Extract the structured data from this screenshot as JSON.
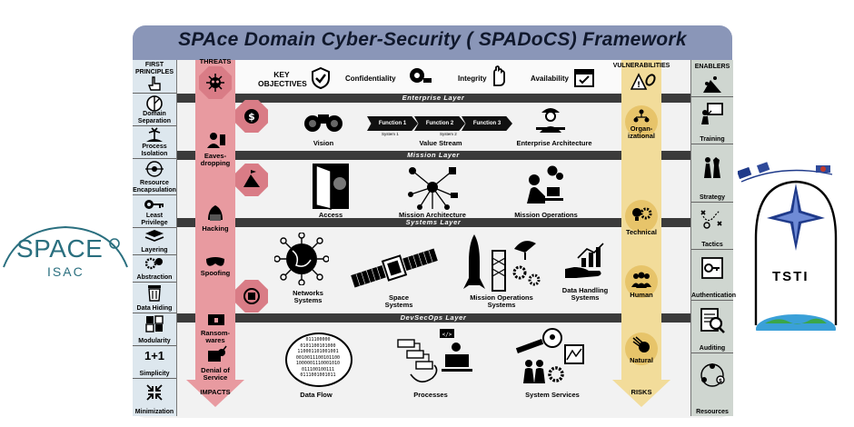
{
  "title": "SPAce Domain Cyber-Security ( SPADoCS) Framework",
  "key_objectives": {
    "label": "KEY OBJECTIVES",
    "items": [
      "Confidentiality",
      "Integrity",
      "Availability"
    ]
  },
  "threats_label": "THREATS",
  "impacts_label": "IMPACTS",
  "vulnerabilities_label": "VULNERABILITIES",
  "risks_label": "RISKS",
  "threats": [
    "Eaves-dropping",
    "Hacking",
    "Spoofing",
    "Ransom-wares",
    "Denial of Service"
  ],
  "vulnerabilities": [
    "Organ-izational",
    "Technical",
    "Human",
    "Natural"
  ],
  "layers": [
    "Enterprise Layer",
    "Mission Layer",
    "Systems Layer",
    "DevSecOps Layer"
  ],
  "enterprise_items": [
    "Vision",
    "Value Stream",
    "Enterprise Architecture"
  ],
  "value_stream": {
    "functions": [
      "Function 1",
      "Function 2",
      "Function 3"
    ],
    "systems": [
      "System 1",
      "System 2"
    ]
  },
  "mission_items": [
    "Access",
    "Mission Architecture",
    "Mission Operations"
  ],
  "systems_items": [
    "Networks Systems",
    "Space Systems",
    "Mission Operations Systems",
    "Data Handling Systems"
  ],
  "devsecops_items": [
    "Data Flow",
    "Processes",
    "System Services"
  ],
  "binary_text": [
    "011100000",
    "0101100101000",
    "110001101001001",
    "0010011100101100",
    "1000001110001010",
    "011100100111",
    "0111001001011"
  ],
  "first_principles": {
    "label": "FIRST PRINCIPLES",
    "items": [
      "Domain Separation",
      "Process Isolation",
      "Resource Encapsulation",
      "Least Privilege",
      "Layering",
      "Abstraction",
      "Data Hiding",
      "Modularity",
      "Simplicity",
      "Minimization"
    ],
    "simplicity_symbol": "1+1"
  },
  "enablers": {
    "label": "ENABLERS",
    "items": [
      "Training",
      "Strategy",
      "Tactics",
      "Authentication",
      "Auditing",
      "Resources"
    ]
  },
  "logos": {
    "space_isac": "SPACE",
    "space_isac_sub": "ISAC",
    "tsti": "TSTI"
  },
  "colors": {
    "title_bar": "#8a96b8",
    "threat_red": "#e89aa0",
    "threat_node": "#d97c86",
    "vuln_yellow": "#f2dc9a",
    "vuln_node": "#e7c46a",
    "layer_bar": "#3b3b3b",
    "space_isac_teal": "#2a6f7f"
  }
}
